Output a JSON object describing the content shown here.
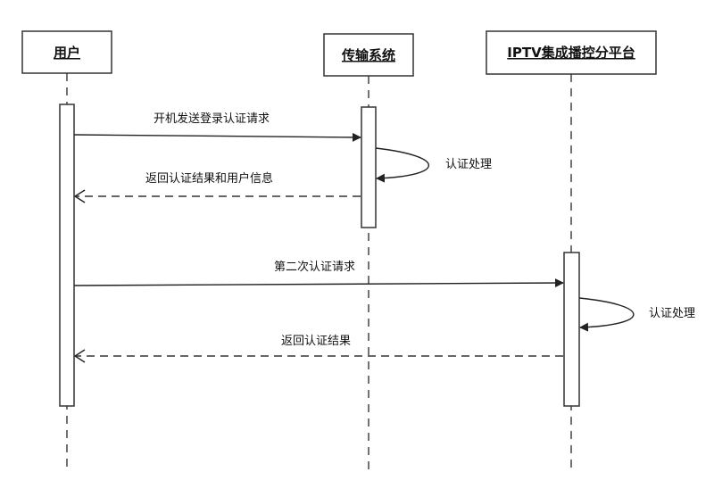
{
  "diagram": {
    "type": "sequence",
    "participants": [
      {
        "id": "user",
        "label": "用户"
      },
      {
        "id": "transport",
        "label": "传输系统"
      },
      {
        "id": "iptv",
        "label": "IPTV集成播控分平台"
      }
    ],
    "messages": [
      {
        "from": "user",
        "to": "transport",
        "style": "solid",
        "label": "开机发送登录认证请求"
      },
      {
        "from": "transport",
        "to": "transport",
        "style": "self",
        "label": "认证处理"
      },
      {
        "from": "transport",
        "to": "user",
        "style": "dashed",
        "label": "返回认证结果和用户信息"
      },
      {
        "from": "user",
        "to": "iptv",
        "style": "solid",
        "label": "第二次认证请求"
      },
      {
        "from": "iptv",
        "to": "iptv",
        "style": "self",
        "label": "认证处理"
      },
      {
        "from": "iptv",
        "to": "user",
        "style": "dashed",
        "label": "返回认证结果"
      }
    ],
    "colors": {
      "line": "#333333",
      "text": "#111111",
      "background": "#ffffff"
    }
  }
}
